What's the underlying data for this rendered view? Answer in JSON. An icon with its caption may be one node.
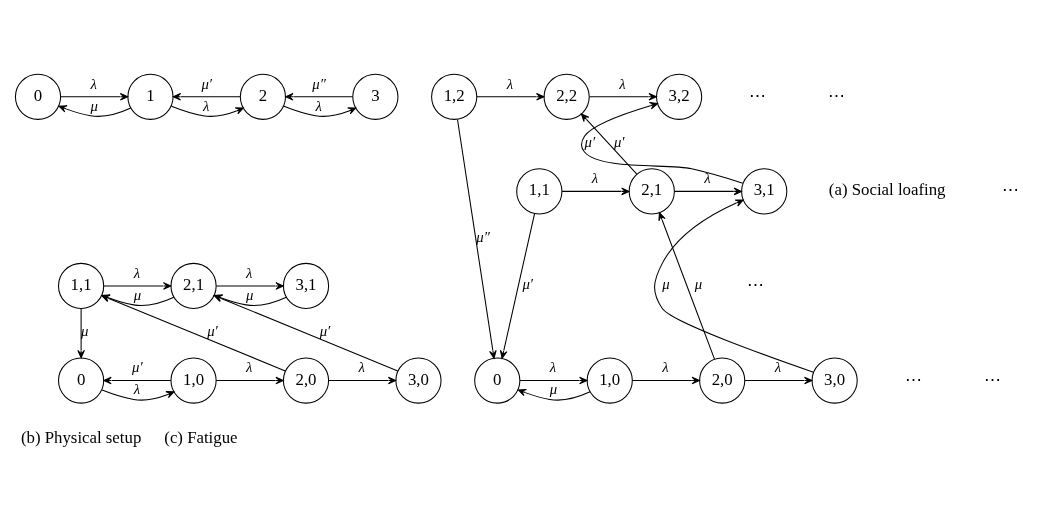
{
  "diagram": {
    "nodes": [
      {
        "text": [
          "0"
        ]
      },
      {
        "text": [
          "1"
        ]
      },
      {
        "text": [
          "2"
        ]
      },
      {
        "text": [
          "3"
        ]
      },
      {
        "text": [
          "1,1"
        ]
      },
      {
        "text": [
          "2,1"
        ]
      },
      {
        "text": [
          "3,1"
        ]
      },
      {
        "text": [
          "0"
        ]
      },
      {
        "text": [
          "1,0"
        ]
      },
      {
        "text": [
          "2,0"
        ]
      },
      {
        "text": [
          "3,0"
        ]
      },
      {
        "text": [
          "1,2"
        ]
      },
      {
        "text": [
          "2,2"
        ]
      },
      {
        "text": [
          "3,2"
        ]
      },
      {
        "text": [
          "1,1"
        ]
      },
      {
        "text": [
          "2,1"
        ]
      },
      {
        "text": [
          "3,1"
        ]
      },
      {
        "text": [
          "0"
        ]
      },
      {
        "text": [
          "1,0"
        ]
      },
      {
        "text": [
          "2,0"
        ]
      },
      {
        "text": [
          "3,0"
        ]
      }
    ],
    "edges": [
      {
        "from": 0,
        "to": 1,
        "arrow": "to",
        "label": "λ"
      },
      {
        "from": 1,
        "to": 0,
        "arrow": "to",
        "label": "μ"
      },
      {
        "from": 1,
        "to": 2,
        "arrow": "to",
        "label": "λ"
      },
      {
        "from": 2,
        "to": 1,
        "arrow": "to",
        "label": "μ′"
      },
      {
        "from": 2,
        "to": 3,
        "arrow": "to",
        "label": "λ"
      },
      {
        "from": 3,
        "to": 2,
        "arrow": "to",
        "label": "μ″"
      },
      {
        "from": 4,
        "to": 5,
        "arrow": "to",
        "label": "λ"
      },
      {
        "from": 5,
        "to": 4,
        "arrow": "to",
        "label": "μ"
      },
      {
        "from": 5,
        "to": 6,
        "arrow": "to",
        "label": "λ"
      },
      {
        "from": 6,
        "to": 5,
        "arrow": "to",
        "label": "μ"
      },
      {
        "from": 4,
        "to": 7,
        "arrow": "to",
        "label": "μ"
      },
      {
        "from": 7,
        "to": 8,
        "arrow": "to",
        "label": "λ"
      },
      {
        "from": 8,
        "to": 7,
        "arrow": "to",
        "label": "μ′"
      },
      {
        "from": 8,
        "to": 9,
        "arrow": "to",
        "label": "λ"
      },
      {
        "from": 9,
        "to": 10,
        "arrow": "to",
        "label": "λ"
      },
      {
        "from": 9,
        "to": 4,
        "arrow": "to",
        "label": "μ′"
      },
      {
        "from": 10,
        "to": 5,
        "arrow": "to",
        "label": "μ′"
      },
      {
        "from": 11,
        "to": 12,
        "arrow": "to",
        "label": "λ"
      },
      {
        "from": 12,
        "to": 13,
        "arrow": "to",
        "label": "λ"
      },
      {
        "from": 11,
        "to": 17,
        "arrow": "to",
        "label": "μ″"
      },
      {
        "from": 14,
        "to": 15,
        "arrow": "to",
        "label": "λ"
      },
      {
        "from": 15,
        "to": 16,
        "arrow": "to",
        "label": "λ"
      },
      {
        "from": 15,
        "to": 12,
        "arrow": "to",
        "label": "μ′"
      },
      {
        "from": 16,
        "to": 13,
        "arrow": "to",
        "label": "μ′"
      },
      {
        "from": 14,
        "to": 17,
        "arrow": "to",
        "label": "μ′"
      },
      {
        "from": 17,
        "to": 18,
        "arrow": "to",
        "label": "λ"
      },
      {
        "from": 18,
        "to": 17,
        "arrow": "to",
        "label": "μ"
      },
      {
        "from": 18,
        "to": 19,
        "arrow": "to",
        "label": "λ"
      },
      {
        "from": 19,
        "to": 20,
        "arrow": "to",
        "label": "λ"
      },
      {
        "from": 19,
        "to": 15,
        "arrow": "to",
        "label": "μ"
      },
      {
        "from": 20,
        "to": 16,
        "arrow": "to",
        "label": "μ"
      }
    ],
    "labels": [
      "⋯",
      "(a) Social loafing",
      "⋯",
      "⋯",
      "(b) Physical setup",
      "⋯",
      "⋯",
      "⋯",
      "(c) Fatigue"
    ]
  }
}
